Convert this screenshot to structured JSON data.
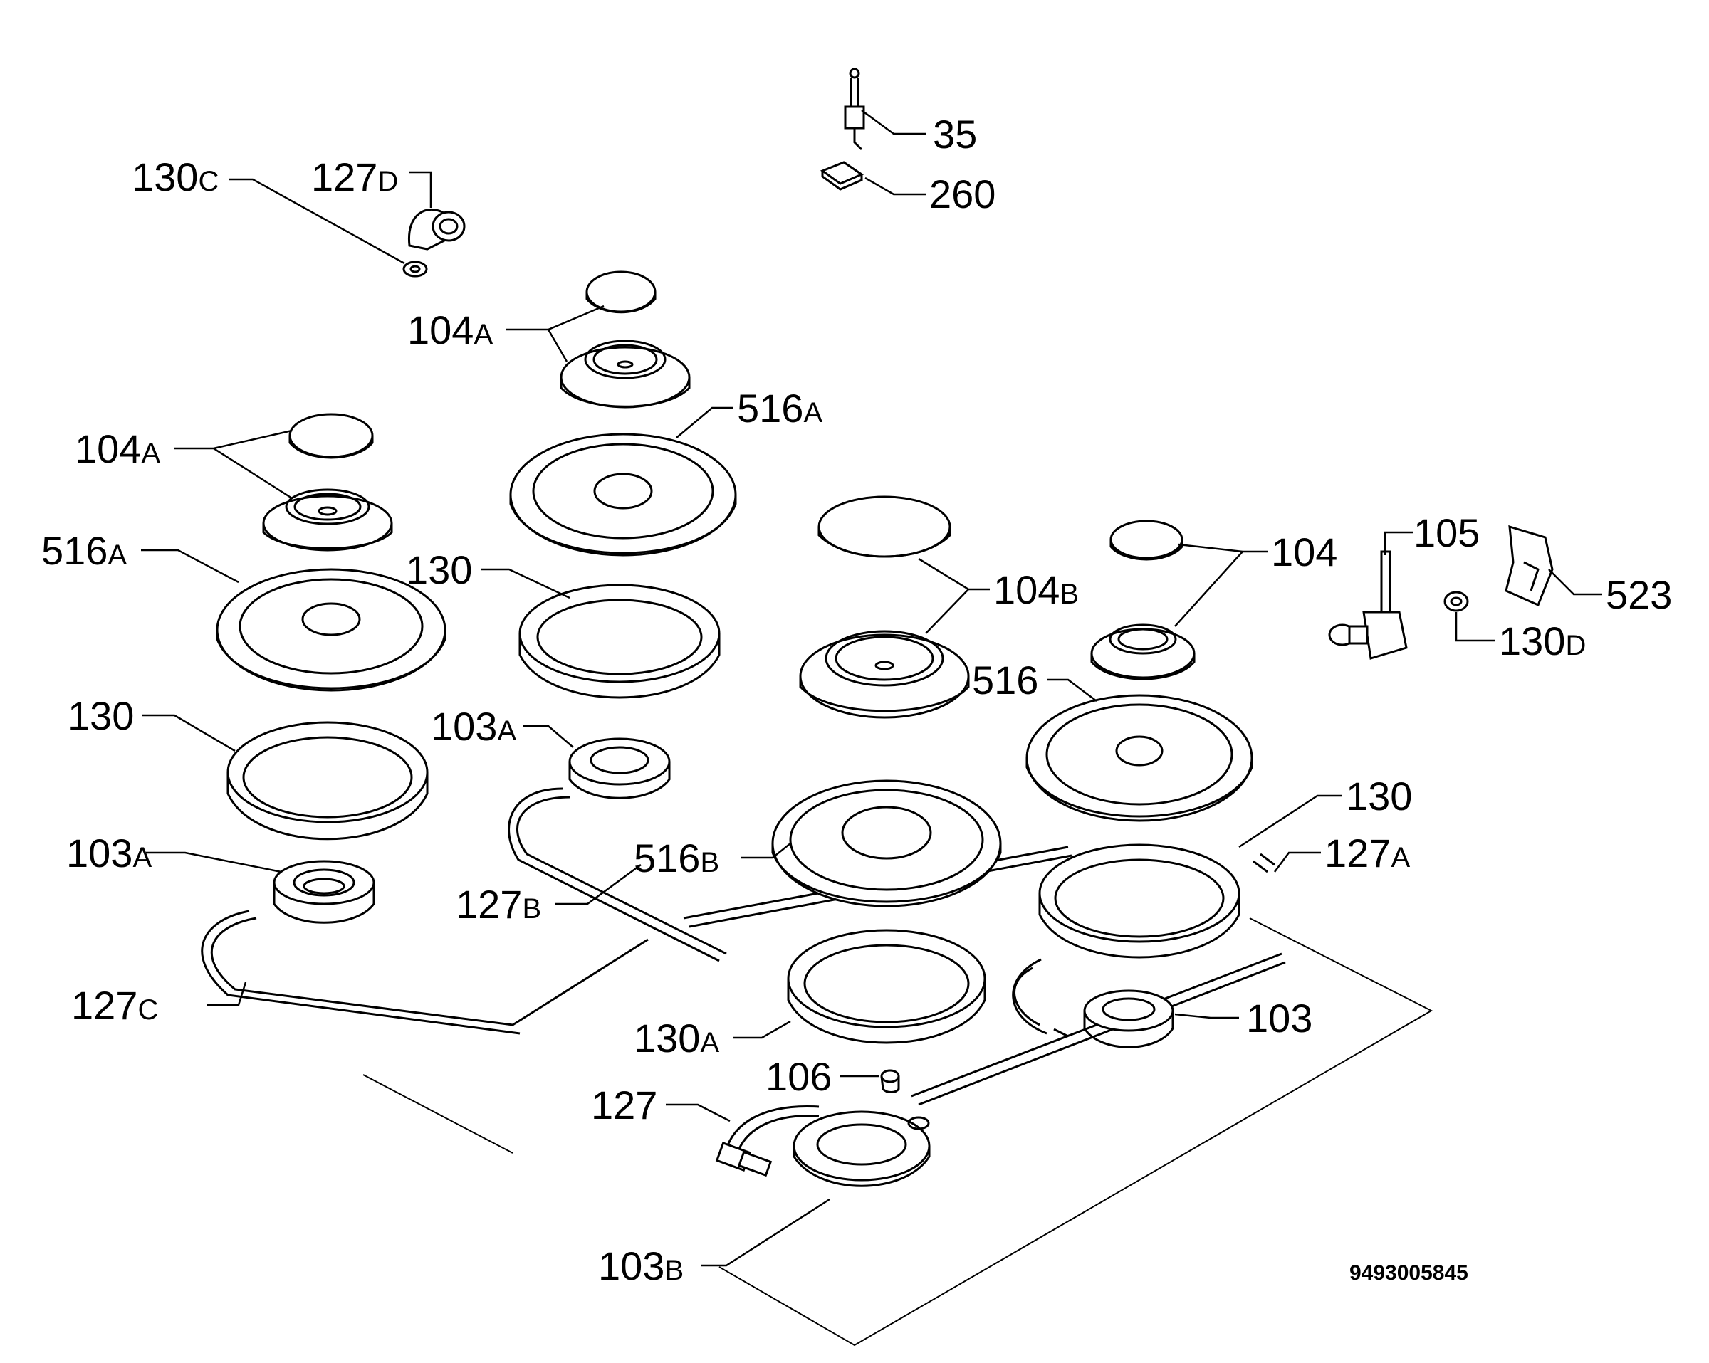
{
  "labels": {
    "l35": "35",
    "l260": "260",
    "l130c": "130C",
    "l127d": "127D",
    "l104a_top": "104A",
    "l516a_top": "516A",
    "l104a_left": "104A",
    "l516a_left": "516A",
    "l130_center": "130",
    "l130_left": "130",
    "l103a_center": "103A",
    "l103a_left": "103A",
    "l104b": "104B",
    "l104": "104",
    "l105": "105",
    "l523": "523",
    "l130d": "130D",
    "l516": "516",
    "l130_right": "130",
    "l127a": "127A",
    "l516b": "516B",
    "l127b": "127B",
    "l127c": "127C",
    "l130a": "130A",
    "l103": "103",
    "l106": "106",
    "l127": "127",
    "l103b": "103B"
  },
  "drawing_number": "9493005845"
}
